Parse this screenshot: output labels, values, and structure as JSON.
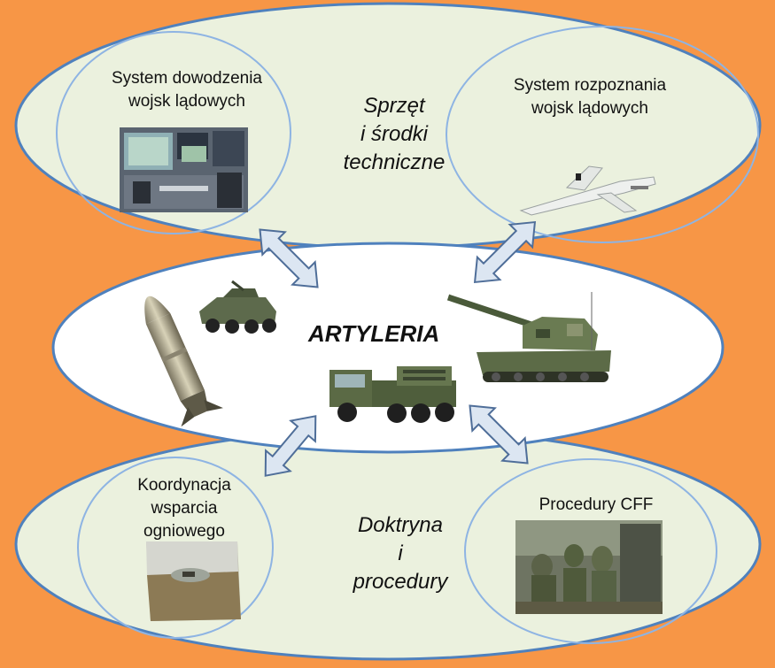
{
  "colors": {
    "background": "#F79646",
    "ellipse_fill": "#EBF1DE",
    "ellipse_stroke": "#4F81BD",
    "arrow_fill": "#DCE6F2",
    "arrow_stroke": "#4F6E99"
  },
  "top": {
    "left_circle_label": "System dowodzenia\nwojsk lądowych",
    "right_circle_label": "System rozpoznania\nwojsk lądowych",
    "center_label": "Sprzęt\ni środki\ntechniczne"
  },
  "middle": {
    "title": "ARTYLERIA"
  },
  "bottom": {
    "left_circle_label": "Koordynacja\nwsparcia\nogniowego",
    "right_circle_label": "Procedury CFF",
    "center_label": "Doktryna\ni\nprocedury"
  },
  "icons": {
    "top_left_image": "command-console-photo",
    "top_right_image": "uav-drone",
    "middle_images": [
      "artillery-shell",
      "wheeled-armored-vehicle",
      "rocket-launcher-truck",
      "self-propelled-howitzer"
    ],
    "bottom_left_image": "artillery-field-photo",
    "bottom_right_image": "soldiers-photo"
  }
}
